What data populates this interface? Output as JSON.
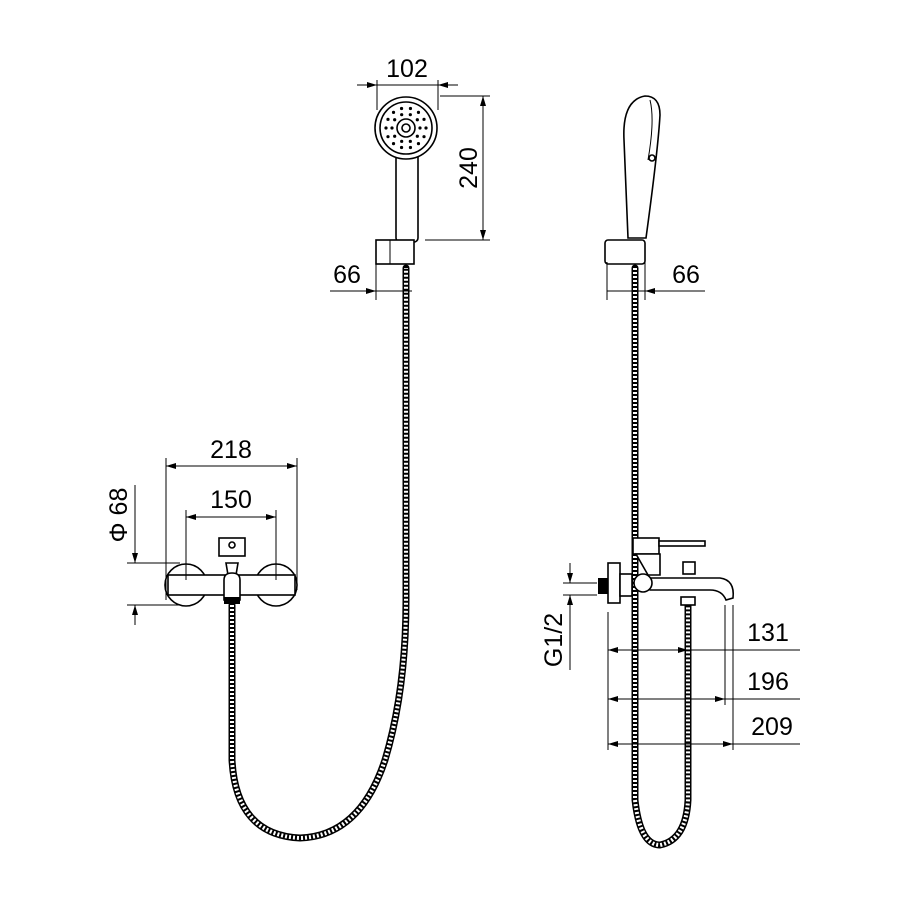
{
  "title": "Bath shower mixer technical drawing",
  "front_view": {
    "handshower_width": "102",
    "handshower_length": "240",
    "holder_depth": "66",
    "mixer_overall_width": "218",
    "inlet_centers": "150",
    "flange_diameter": "Φ 68"
  },
  "side_view": {
    "holder_depth": "66",
    "thread": "G1/2",
    "spout_outlet_projection": "131",
    "spout_projection": "196",
    "overall_projection": "209"
  },
  "colors": {
    "line": "#000000",
    "background": "#ffffff"
  }
}
